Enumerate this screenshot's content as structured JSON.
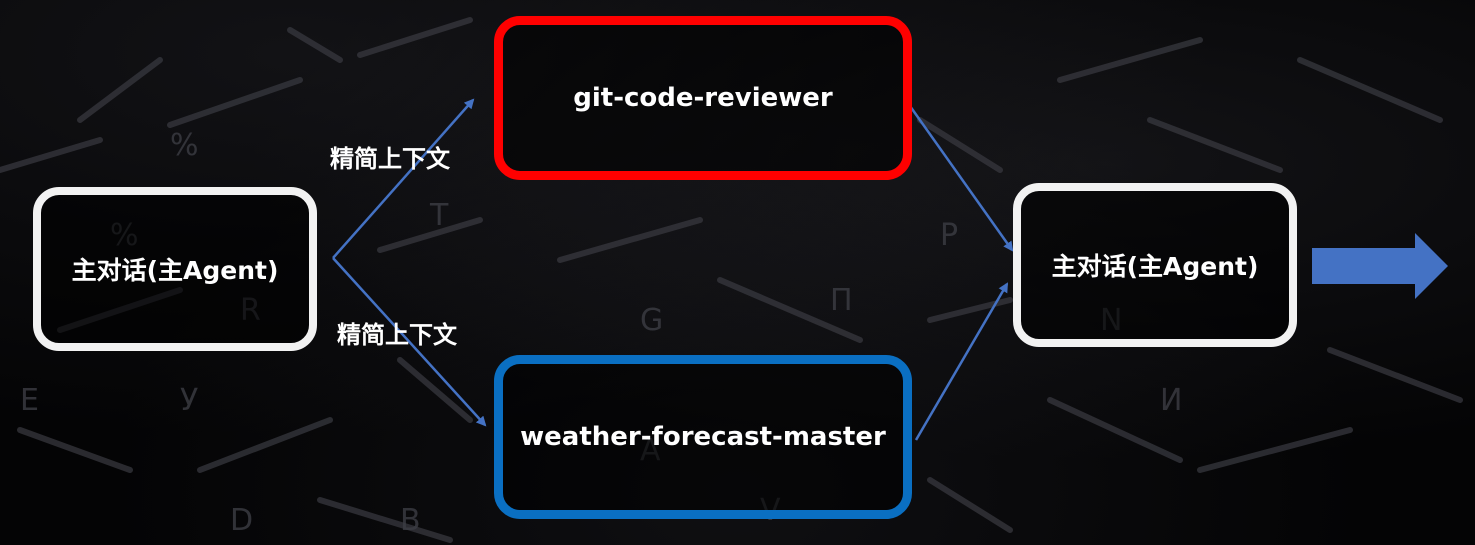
{
  "diagram": {
    "nodes": {
      "main_left": {
        "label": "主对话(主Agent)",
        "border_color": "#f2f2f2"
      },
      "sub_top": {
        "label": "git-code-reviewer",
        "border_color": "#ff0000"
      },
      "sub_bottom": {
        "label": "weather-forecast-master",
        "border_color": "#0a6fc2"
      },
      "main_right": {
        "label": "主对话(主Agent)",
        "border_color": "#f2f2f2"
      }
    },
    "edges": {
      "to_top_label": "精简上下文",
      "to_bottom_label": "精简上下文"
    },
    "arrow_color": "#4472c4",
    "output_arrow_color": "#4472c4"
  }
}
